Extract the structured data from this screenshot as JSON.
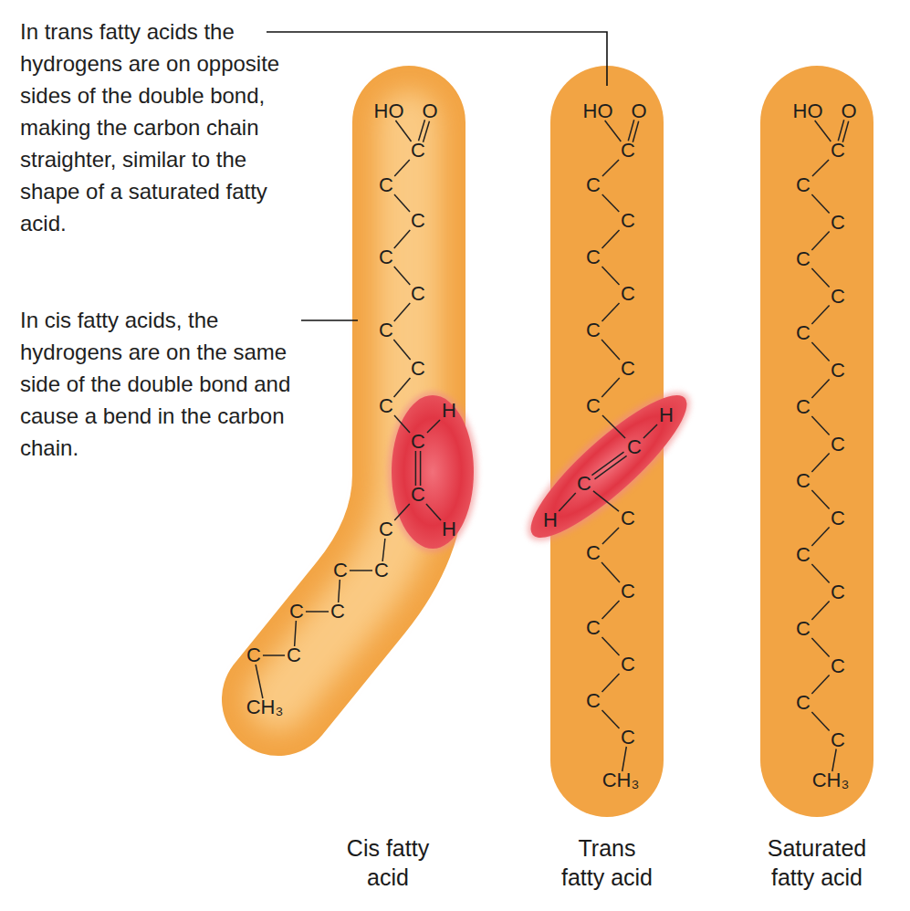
{
  "diagram": {
    "nodes": [
      {
        "text": [
          "Cis fatty acid"
        ]
      },
      {
        "text": [
          "Trans fatty acid"
        ]
      },
      {
        "text": [
          "Saturated fatty acid"
        ]
      }
    ],
    "labels": [
      "In trans fatty acids the hydrogens are on opposite sides of the double bond, making the carbon chain straighter, similar to the shape of a saturated fatty acid.",
      "In cis fatty acids, the hydrogens are on the same side of the double bond and cause a bend in the carbon chain.",
      "HO",
      "O",
      "C",
      "C",
      "C",
      "C",
      "C",
      "C",
      "C",
      "C",
      "C",
      "H",
      "C",
      "H",
      "C",
      "C",
      "C",
      "C",
      "C",
      "C",
      "C",
      "CH₃",
      "HO",
      "O",
      "C",
      "C",
      "C",
      "C",
      "C",
      "C",
      "C",
      "C",
      "C",
      "H",
      "C",
      "H",
      "C",
      "C",
      "C",
      "C",
      "C",
      "C",
      "C",
      "CH₃",
      "HO",
      "O",
      "C",
      "C",
      "C",
      "C",
      "C",
      "C",
      "C",
      "C",
      "C",
      "C",
      "C",
      "C",
      "C",
      "C",
      "C",
      "C",
      "C",
      "CH₃"
    ]
  }
}
